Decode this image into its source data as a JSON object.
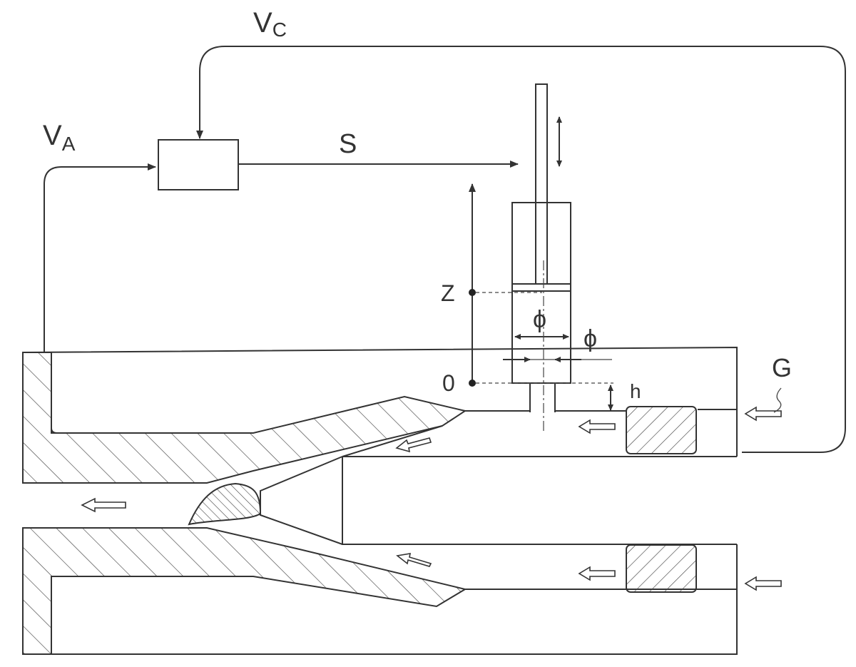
{
  "labels": {
    "vc_main": "V",
    "vc_sub": "C",
    "va_main": "V",
    "va_sub": "A",
    "s": "S",
    "z": "Z",
    "zero": "0",
    "phi_inner": "ϕ",
    "phi_outer": "ϕ",
    "h": "h",
    "g": "G"
  },
  "colors": {
    "line": "#333333",
    "background": "#ffffff"
  }
}
